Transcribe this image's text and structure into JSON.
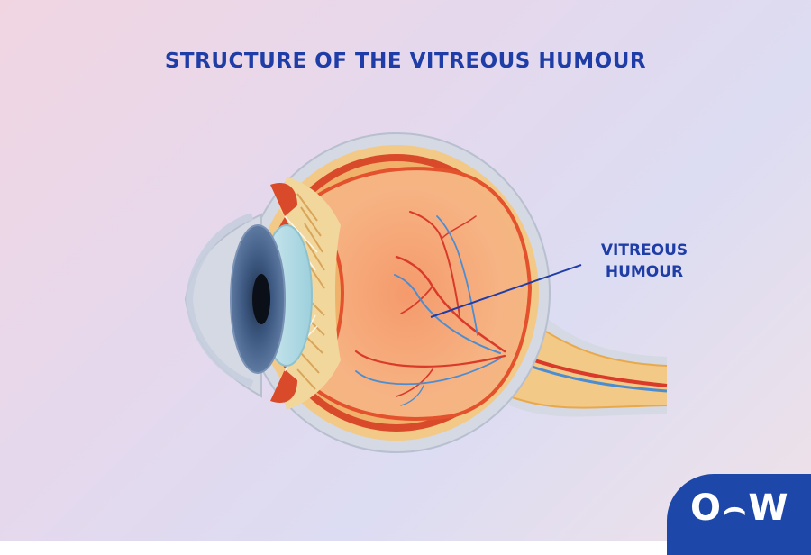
{
  "title": "STRUCTURE OF THE VITREOUS HUMOUR",
  "labels": {
    "vitreous_line1": "VITREOUS",
    "vitreous_line2": "HUMOUR"
  },
  "logo": {
    "text": "O⌢W"
  },
  "colors": {
    "accent": "#1f3da6",
    "logo_bg": "#1d47a8",
    "sclera_shell": "#d5d9e4",
    "choroid": "#d94a2a",
    "retina": "#f0b26a",
    "vitreous": "#f6b383",
    "iris": "#3d5677",
    "artery": "#d93a2a",
    "vein": "#4d8dcf",
    "optic_nerve": "#f3c987"
  }
}
